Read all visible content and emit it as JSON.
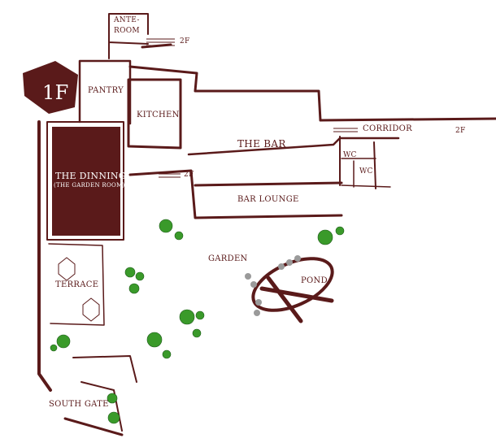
{
  "floor_badge": "1F",
  "colors": {
    "wall": "#5a1a1a",
    "room_dark": "#5a1a1a",
    "plant": "#3a9a2a",
    "stone": "#9a9a9a",
    "text": "#5a1a1a"
  },
  "rooms": {
    "ante_room_line1": "ANTE-",
    "ante_room_line2": "ROOM",
    "pantry": "PANTRY",
    "kitchen": "KITCHEN",
    "the_bar": "THE BAR",
    "corridor": "CORRIDOR",
    "wc_left": "WC",
    "wc_right": "WC",
    "dining_line1": "THE DINNING",
    "dining_line2": "(THE GARDEN ROOM)",
    "bar_lounge": "BAR LOUNGE",
    "garden": "GARDEN",
    "pond": "POND",
    "terrace": "TERRACE",
    "south_gate": "SOUTH GATE"
  },
  "stairs": {
    "top_label": "2F",
    "corridor_label": "2F",
    "dining_label": "2F"
  }
}
